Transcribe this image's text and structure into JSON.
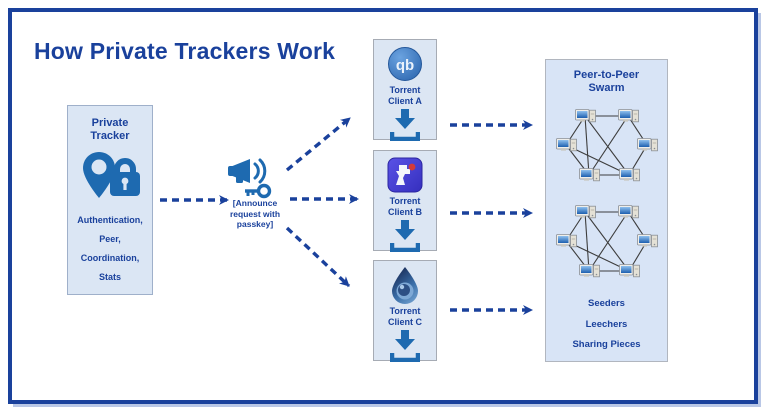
{
  "title": "How Private Trackers Work",
  "colors": {
    "accent_text": "#1a419c",
    "arrow": "#1a419c",
    "icon_blue": "#1e6ab0",
    "tracker_fill": "#dbe6f4",
    "client_fill": "#dce6f3",
    "swarm_fill": "#d8e4f6"
  },
  "tracker": {
    "title": "Private Tracker",
    "icon": "location-pin-lock-icon",
    "features": [
      "Authentication,",
      "Peer,",
      "Coordination,",
      "Stats"
    ]
  },
  "announce": {
    "icon": "megaphone-key-icon",
    "label": "[Announce request with passkey]"
  },
  "clients": [
    {
      "label": "Torrent Client A",
      "logo": "qbittorrent-logo",
      "logo_text": "qb",
      "action_icon": "download-icon"
    },
    {
      "label": "Torrent Client B",
      "logo": "torrent-client-b-logo",
      "action_icon": "download-icon"
    },
    {
      "label": "Torrent Client C",
      "logo": "deluge-drop-logo",
      "action_icon": "download-icon"
    }
  ],
  "swarm": {
    "title": "Peer-to-Peer Swarm",
    "clusters": 2,
    "computers_per_cluster": 6,
    "labels": [
      "Seeders",
      "Leechers",
      "Sharing Pieces"
    ]
  }
}
